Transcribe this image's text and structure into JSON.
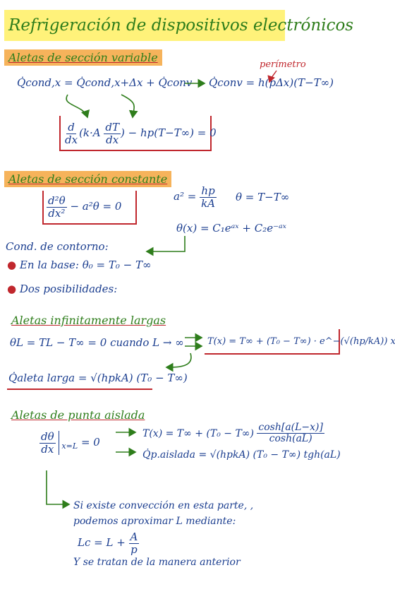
{
  "title": "Refrigeración de dispositivos electrónicos",
  "sections": {
    "variable": "Aletas de sección variable",
    "constante": "Aletas de sección constante",
    "infinita": "Aletas infinitamente largas",
    "aislada": "Aletas de punta aislada"
  },
  "variable": {
    "balance": "Q̇cond,x = Q̇cond,x+Δx + Q̇conv",
    "conv": "Q̇conv = h(pΔx)(T−T∞)",
    "perimetro": "perímetro",
    "ode_left": "d",
    "ode_den": "dx",
    "ode_inner_num": "dT",
    "ode_inner_den": "dx",
    "ode_pre": "(k·A",
    "ode_post": ") − hp(T−T∞) = 0"
  },
  "constante": {
    "ode_num": "d²θ",
    "ode_den": "dx²",
    "ode_rest": "− a²θ = 0",
    "a2_lhs": "a² =",
    "a2_num": "hp",
    "a2_den": "kA",
    "theta_def": "θ = T−T∞",
    "solution": "θ(x) = C₁eᵃˣ + C₂e⁻ᵃˣ",
    "cond_title": "Cond. de contorno:",
    "cond_base": "En la base: θ₀ = T₀ − T∞",
    "cond_dos": "Dos posibilidades:"
  },
  "infinita": {
    "condicion": "θL = TL − T∞ = 0   cuando  L → ∞",
    "temp": "T(x) = T∞ + (T₀ − T∞) · e^−(√(hp/kA)) x",
    "calor": "Q̇aleta larga = √(hpkA) (T₀ − T∞)"
  },
  "aislada": {
    "cond_num": "dθ",
    "cond_den": "dx",
    "cond_eval": "x=L",
    "cond_rhs": "= 0",
    "temp_pre": "T(x) = T∞ + (T₀ − T∞)",
    "temp_num": "cosh[a(L−x)]",
    "temp_den": "cosh(aL)",
    "calor": "Q̇p.aislada = √(hpkA) (T₀ − T∞) tgh(aL)",
    "nota1": "Si existe convección en esta parte, ,",
    "nota2": "podemos aproximar L mediante:",
    "lc_pre": "Lc = L +",
    "lc_num": "A",
    "lc_den": "p",
    "nota3": "Y se tratan de la manera anterior"
  }
}
